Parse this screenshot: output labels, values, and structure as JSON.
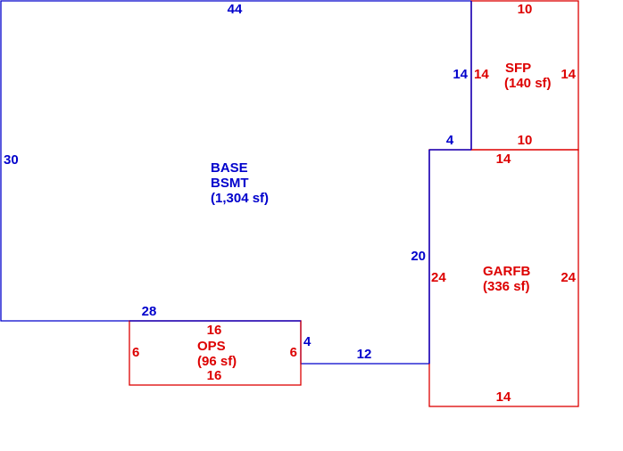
{
  "colors": {
    "base": "#0000cc",
    "addition": "#dd0000"
  },
  "areas": {
    "base": {
      "line1": "BASE",
      "line2": "BSMT",
      "line3": "(1,304 sf)"
    },
    "sfp": {
      "line1": "SFP",
      "line2": "(140 sf)"
    },
    "garfb": {
      "line1": "GARFB",
      "line2": "(336 sf)"
    },
    "ops": {
      "line1": "OPS",
      "line2": "(96 sf)"
    }
  },
  "dimensions": {
    "base_top": "44",
    "base_left": "30",
    "base_bottom": "28",
    "base_step_top": "4",
    "base_right_upper": "14",
    "base_right_lower": "20",
    "base_bottom_right": "12",
    "base_notch": "4",
    "sfp_top": "10",
    "sfp_left": "14",
    "sfp_right": "14",
    "sfp_bottom": "10",
    "garfb_top": "14",
    "garfb_left": "24",
    "garfb_right": "24",
    "garfb_bottom": "14",
    "ops_top": "16",
    "ops_left": "6",
    "ops_right": "6",
    "ops_bottom": "16"
  }
}
